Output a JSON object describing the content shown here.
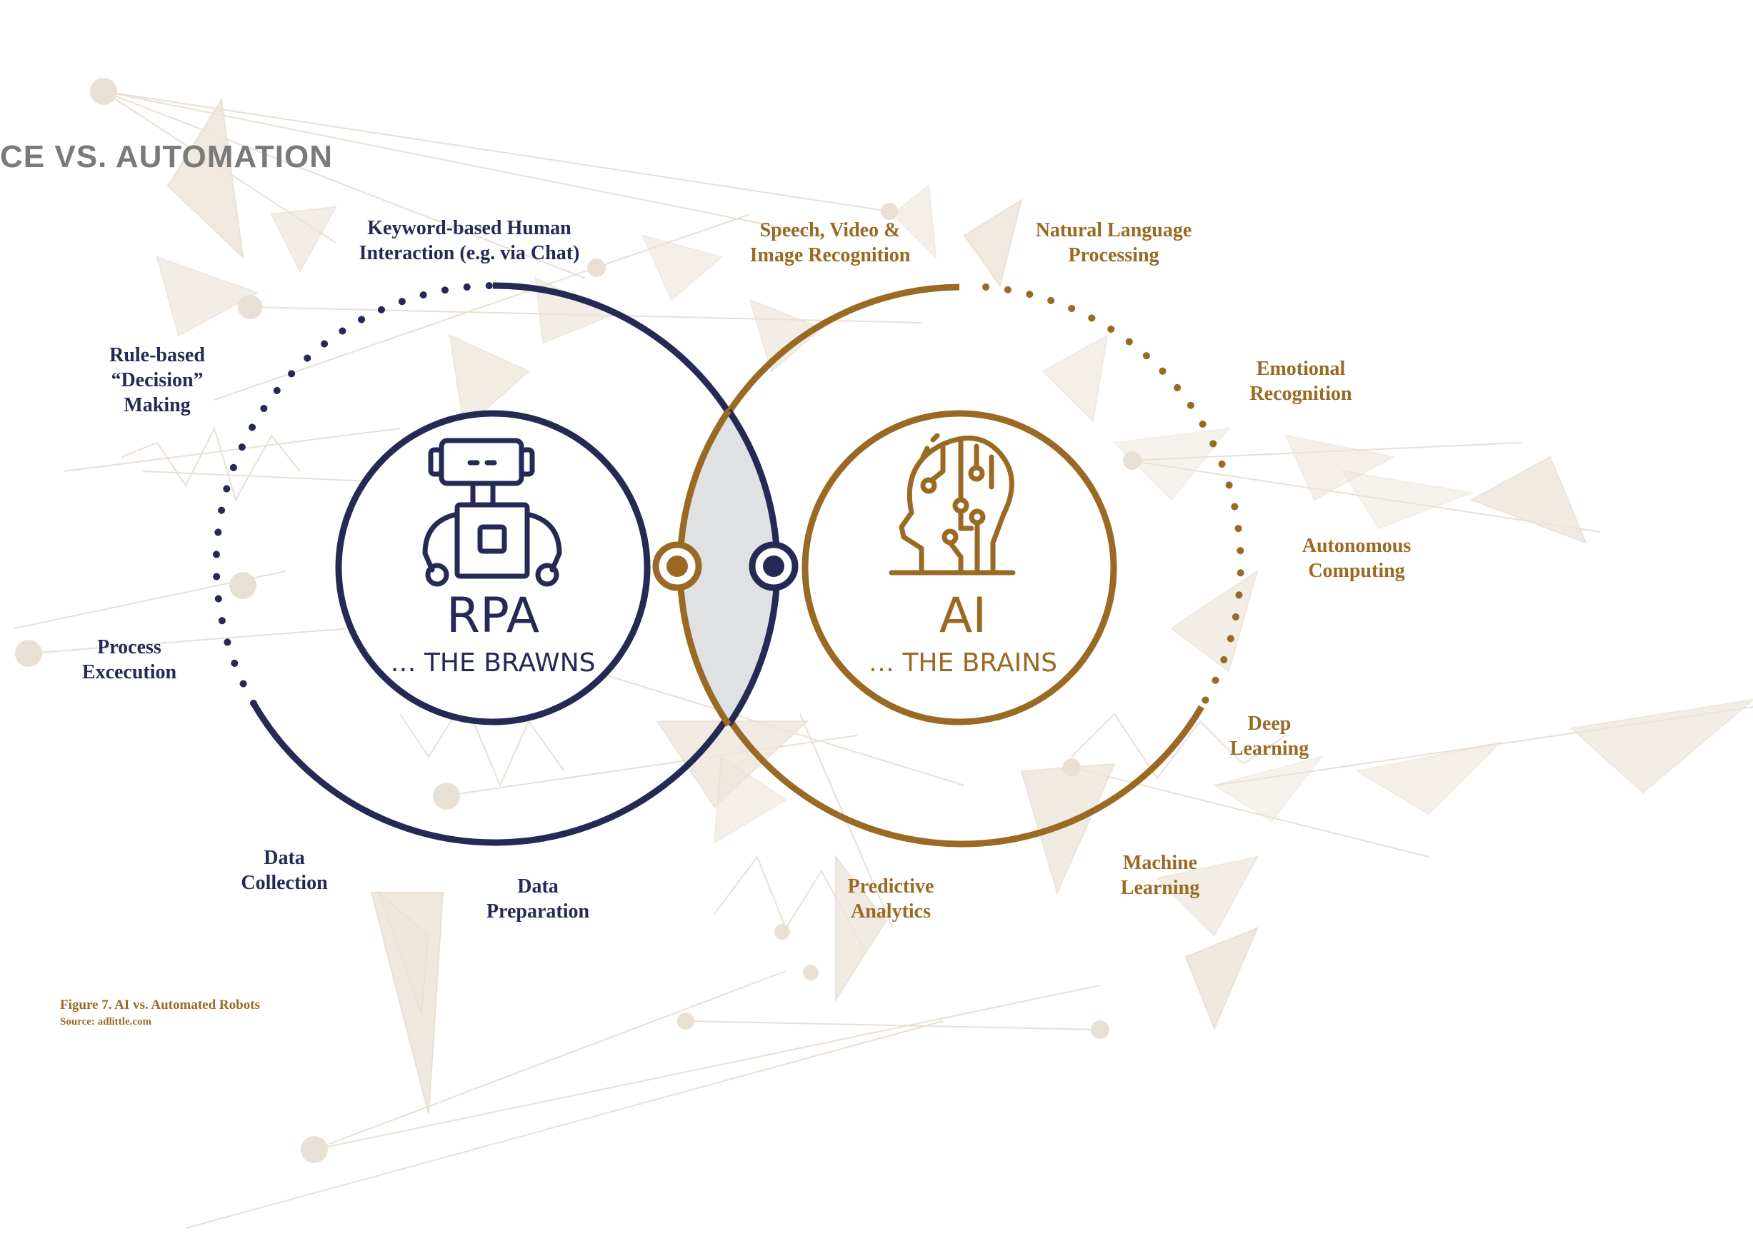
{
  "title": "CE VS. AUTOMATION",
  "rpa": {
    "label": "RPA",
    "sublabel": "… THE BRAWNS",
    "features": {
      "keyword_l1": "Keyword-based Human",
      "keyword_l2": "Interaction (e.g. via Chat)",
      "rule_l1": "Rule-based",
      "rule_l2": "“Decision”",
      "rule_l3": "Making",
      "process_l1": "Process",
      "process_l2": "Excecution",
      "collection_l1": "Data",
      "collection_l2": "Collection",
      "preparation_l1": "Data",
      "preparation_l2": "Preparation"
    }
  },
  "ai": {
    "label": "AI",
    "sublabel": "… THE BRAINS",
    "features": {
      "speech_l1": "Speech, Video &",
      "speech_l2": "Image Recognition",
      "nlp_l1": "Natural Language",
      "nlp_l2": "Processing",
      "emotional_l1": "Emotional",
      "emotional_l2": "Recognition",
      "autonomous_l1": "Autonomous",
      "autonomous_l2": "Computing",
      "deep_l1": "Deep",
      "deep_l2": "Learning",
      "machine_l1": "Machine",
      "machine_l2": "Learning",
      "predictive_l1": "Predictive",
      "predictive_l2": "Analytics"
    }
  },
  "caption": {
    "figure": "Figure 7. AI vs. Automated Robots",
    "source": "Source: adlittle.com"
  },
  "colors": {
    "navy": "#252a55",
    "gold": "#9a6a24",
    "overlap": "#dfe1e3",
    "background_shapes": "#eae1d5",
    "title": "#7a7a7a"
  },
  "icons": {
    "rpa": "robot-icon",
    "ai": "head-circuit-icon"
  }
}
